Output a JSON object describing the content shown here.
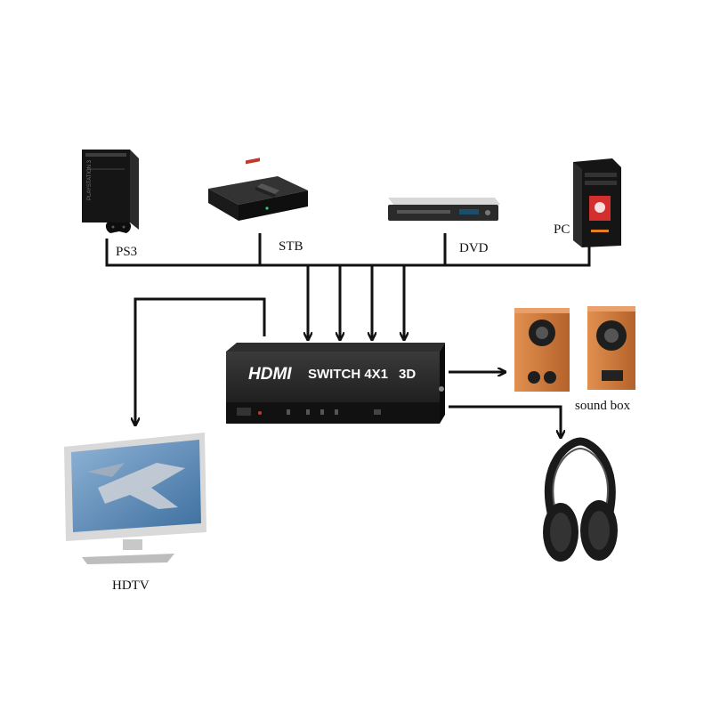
{
  "devices": {
    "ps3_label": "PS3",
    "stb_label": "STB",
    "dvd_label": "DVD",
    "pc_label": "PC",
    "soundbox_label": "sound box",
    "hdtv_label": "HDTV"
  },
  "switch": {
    "logo": "HDMI",
    "model": "SWITCH 4X1",
    "badge": "3D"
  },
  "colors": {
    "wire": "#111111",
    "switch_body": "#1c1c1c",
    "speaker_wood": "#c8773a",
    "pc_accent": "#d32f2f"
  }
}
